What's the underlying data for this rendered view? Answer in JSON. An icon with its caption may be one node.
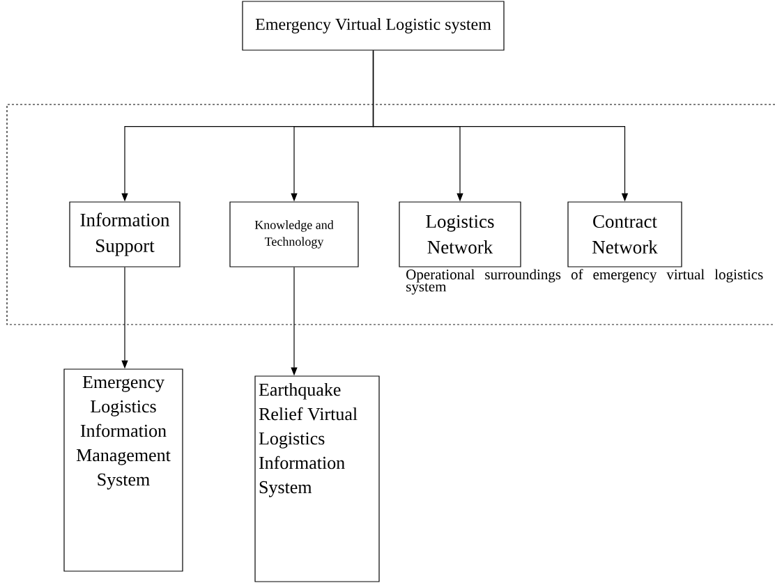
{
  "diagram": {
    "nodes": [
      {
        "text": [
          "Emergency Virtual Logistic system"
        ]
      },
      {
        "text": [
          "Operational surroundings of emergency virtual logistics system"
        ]
      },
      {
        "text": [
          "Information Support"
        ],
        "in": 1
      },
      {
        "text": [
          "Knowledge and Technology"
        ],
        "in": 1
      },
      {
        "text": [
          "Logistics Network"
        ],
        "in": 1
      },
      {
        "text": [
          "Contract Network"
        ],
        "in": 1
      },
      {
        "text": [
          "Emergency Logistics Information Management System"
        ]
      },
      {
        "text": [
          "Earthquake Relief Virtual Logistics Information System"
        ]
      }
    ],
    "edges": [
      {
        "from": 0,
        "to": 2,
        "arrow": "to"
      },
      {
        "from": 0,
        "to": 3,
        "arrow": "to"
      },
      {
        "from": 0,
        "to": 4,
        "arrow": "to"
      },
      {
        "from": 0,
        "to": 5,
        "arrow": "to"
      },
      {
        "from": 2,
        "to": 6,
        "arrow": "to"
      },
      {
        "from": 3,
        "to": 7,
        "arrow": "to"
      }
    ]
  }
}
